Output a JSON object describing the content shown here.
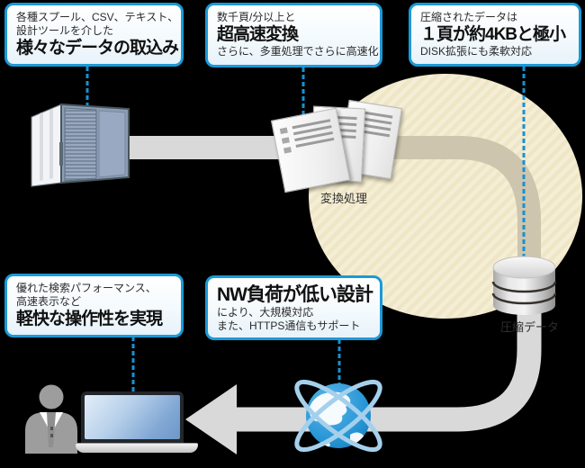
{
  "callouts": {
    "intake": {
      "line1": "各種スプール、CSV、テキスト、",
      "line2": "設計ツールを介した",
      "headline": "様々なデータの取込み"
    },
    "conversion": {
      "line1": "数千頁/分以上と",
      "headline": "超高速変換",
      "line2": "さらに、多重処理でさらに高速化"
    },
    "compression": {
      "line1": "圧縮されたデータは",
      "headline": "１頁が約4KBと極小",
      "line2": "DISK拡張にも柔軟対応"
    },
    "operability": {
      "line1": "優れた検索パフォーマンス、",
      "line2": "高速表示など",
      "headline": "軽快な操作性を実現"
    },
    "network": {
      "headline": "NW負荷が低い設計",
      "line1": "により、大規模対応",
      "line2": "また、HTTPS通信もサポート"
    }
  },
  "labels": {
    "conversion_process": "変換処理",
    "compressed_data": "圧縮データ"
  },
  "colors": {
    "accent_blue": "#1b9ad6",
    "band_gray": "#d9d9d9",
    "band_on_circle": "#cdc5ad",
    "circle_beige": "#f4ecd1",
    "background": "#000000",
    "globe_blue": "#2796d6"
  },
  "icons": {
    "server": "server-icon",
    "documents": "documents-icon",
    "database": "database-icon",
    "globe": "globe-icon",
    "laptop": "laptop-icon",
    "user": "user-icon"
  }
}
